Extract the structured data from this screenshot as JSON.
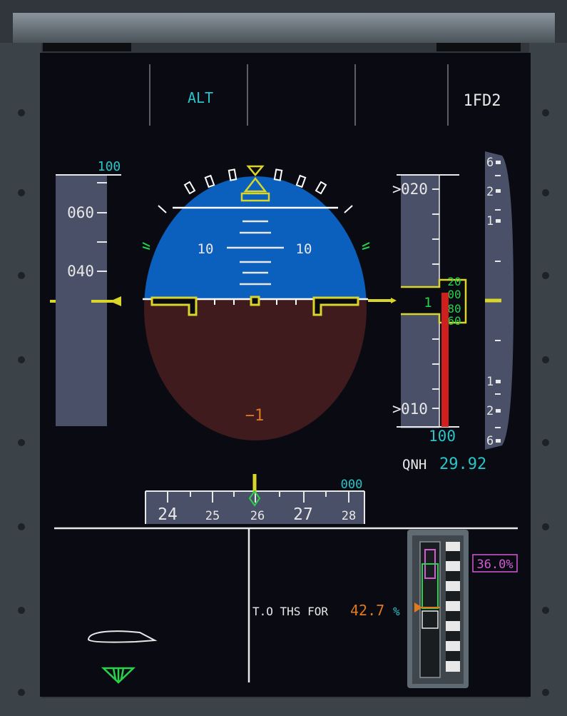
{
  "fma": {
    "vertical_mode": "ALT",
    "fd_status": "1FD2"
  },
  "speed": {
    "target_label": "100",
    "ticks": [
      "060",
      "040"
    ]
  },
  "attitude": {
    "pitch_left": "10",
    "pitch_right": "10",
    "sideslip_readout": "−1"
  },
  "altitude": {
    "upper_label": "020",
    "lower_label": "010",
    "selected": "100",
    "drum_digit": "1",
    "drum_values": [
      "20",
      "00",
      "80",
      "60"
    ],
    "qnh_label": "QNH",
    "qnh_value": "29.92"
  },
  "vsi": {
    "labels": [
      "6",
      "2",
      "1",
      "1",
      "2",
      "6"
    ]
  },
  "heading": {
    "selected": "000",
    "labels": [
      "24",
      "25",
      "26",
      "27",
      "28"
    ]
  },
  "trim": {
    "to_label": "T.O THS FOR",
    "to_value": "42.7",
    "to_unit": "%",
    "cg_value": "36.0%"
  },
  "colors": {
    "sky": "#0b5fbd",
    "ground": "#3f1b1d",
    "cyan": "#27c5c9",
    "yellow": "#d9d52a",
    "green": "#28d24a",
    "orange": "#e07a1e",
    "magenta": "#d35bd6",
    "red": "#d01f1f"
  }
}
